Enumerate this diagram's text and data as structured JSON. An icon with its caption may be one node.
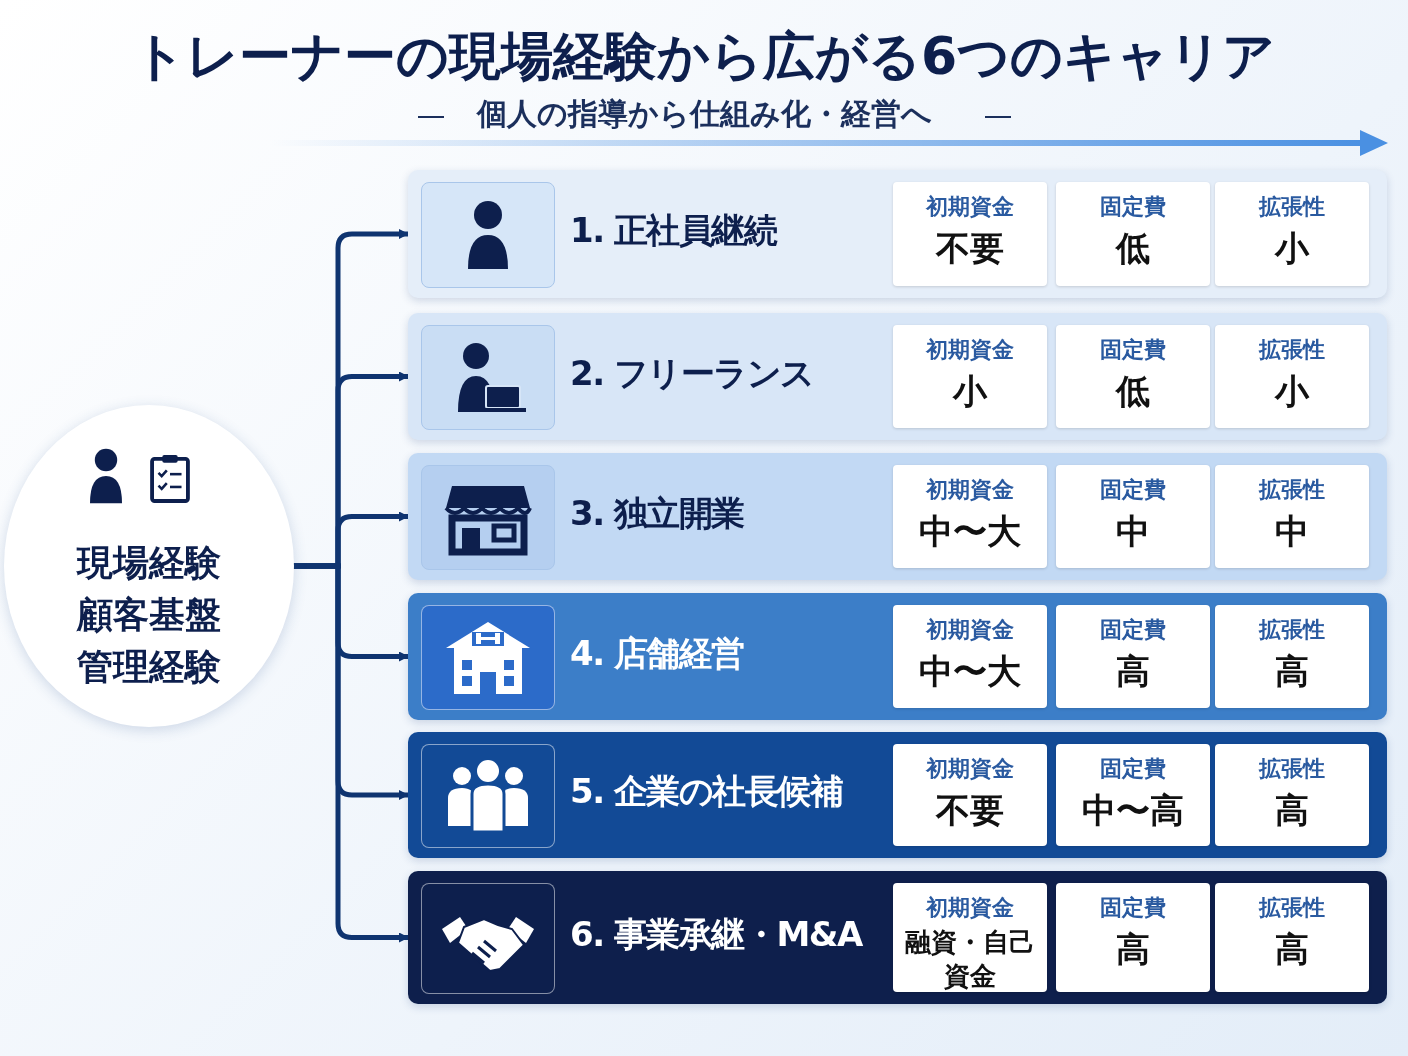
{
  "diagram": {
    "title": "トレーナーの現場経験から広がる6つのキャリア",
    "nodes": [
      {
        "text": [
          "現場経験",
          "顧客基盤",
          "管理経験"
        ]
      },
      {
        "text": [
          "1. 正社員継続"
        ]
      },
      {
        "text": [
          "初期資金",
          "不要"
        ],
        "in": 1
      },
      {
        "text": [
          "固定費",
          "低"
        ],
        "in": 1
      },
      {
        "text": [
          "拡張性",
          "小"
        ],
        "in": 1
      },
      {
        "text": [
          "2. フリーランス"
        ]
      },
      {
        "text": [
          "初期資金",
          "小"
        ],
        "in": 5
      },
      {
        "text": [
          "固定費",
          "低"
        ],
        "in": 5
      },
      {
        "text": [
          "拡張性",
          "小"
        ],
        "in": 5
      },
      {
        "text": [
          "3. 独立開業"
        ]
      },
      {
        "text": [
          "初期資金",
          "中〜大"
        ],
        "in": 9
      },
      {
        "text": [
          "固定費",
          "中"
        ],
        "in": 9
      },
      {
        "text": [
          "拡張性",
          "中"
        ],
        "in": 9
      },
      {
        "text": [
          "4. 店舗経営"
        ]
      },
      {
        "text": [
          "初期資金",
          "中〜大"
        ],
        "in": 13
      },
      {
        "text": [
          "固定費",
          "高"
        ],
        "in": 13
      },
      {
        "text": [
          "拡張性",
          "高"
        ],
        "in": 13
      },
      {
        "text": [
          "5. 企業の社長候補"
        ]
      },
      {
        "text": [
          "初期資金",
          "不要"
        ],
        "in": 17
      },
      {
        "text": [
          "固定費",
          "中〜高"
        ],
        "in": 17
      },
      {
        "text": [
          "拡張性",
          "高"
        ],
        "in": 17
      },
      {
        "text": [
          "6. 事業承継・M&A"
        ]
      },
      {
        "text": [
          "初期資金",
          "融資・自己資金"
        ],
        "in": 21
      },
      {
        "text": [
          "固定費",
          "高"
        ],
        "in": 21
      },
      {
        "text": [
          "拡張性",
          "高"
        ],
        "in": 21
      }
    ],
    "edges": [
      {
        "from": 0,
        "to": 1,
        "arrow": "to"
      },
      {
        "from": 0,
        "to": 5,
        "arrow": "to"
      },
      {
        "from": 0,
        "to": 9,
        "arrow": "to"
      },
      {
        "from": 0,
        "to": 13,
        "arrow": "to"
      },
      {
        "from": 0,
        "to": 17,
        "arrow": "to"
      },
      {
        "from": 0,
        "to": 21,
        "arrow": "to"
      }
    ],
    "labels": [
      "個人の指導から仕組み化・経営へ"
    ]
  }
}
